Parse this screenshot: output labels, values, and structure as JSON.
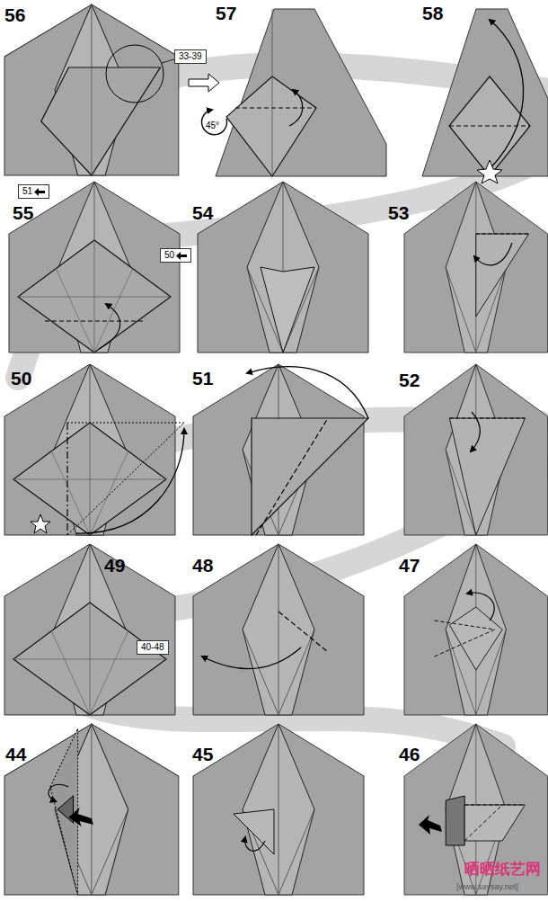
{
  "diagram": {
    "nodes": [
      {
        "text": [
          "33-39"
        ]
      },
      {
        "text": [
          "51"
        ]
      },
      {
        "text": [
          "50"
        ]
      },
      {
        "text": [
          "40-48"
        ]
      }
    ],
    "labels": [
      "56",
      "57",
      "58",
      "55",
      "54",
      "53",
      "50",
      "51",
      "52",
      "49",
      "48",
      "47",
      "44",
      "45",
      "46",
      "45°",
      "晒晒纸艺网",
      "[www.saysay.net]"
    ]
  }
}
